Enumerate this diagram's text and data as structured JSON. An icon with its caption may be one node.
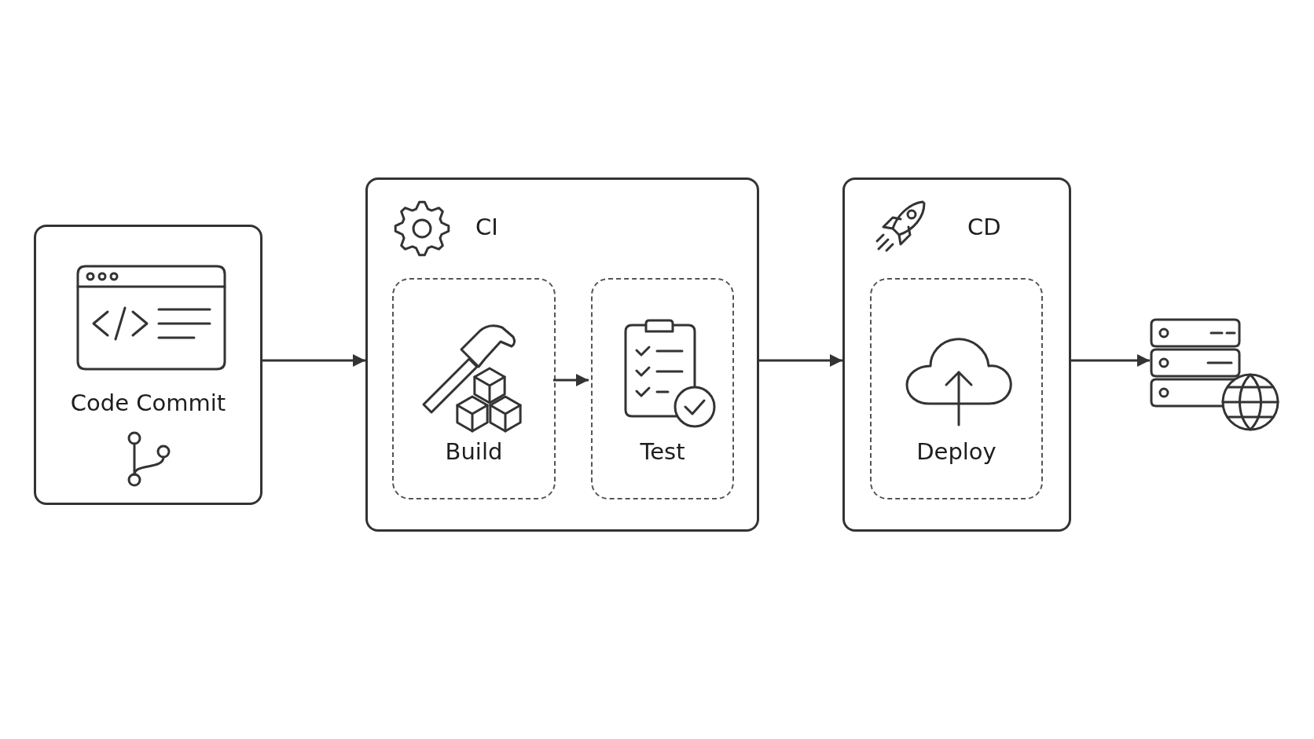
{
  "diagram": {
    "nodes": [
      {
        "text": [
          "Code Commit"
        ]
      },
      {
        "text": [
          "CI"
        ]
      },
      {
        "text": [
          "Build"
        ],
        "in": 1
      },
      {
        "text": [
          "Test"
        ],
        "in": 1
      },
      {
        "text": [
          "CD"
        ]
      },
      {
        "text": [
          "Deploy"
        ],
        "in": 4
      },
      {
        "text": [],
        "shape": "server"
      }
    ],
    "edges": [
      {
        "from": 0,
        "to": 1,
        "arrow": "to"
      },
      {
        "from": 2,
        "to": 3,
        "arrow": "to"
      },
      {
        "from": 1,
        "to": 4,
        "arrow": "to"
      },
      {
        "from": 4,
        "to": 6,
        "arrow": "to"
      }
    ]
  }
}
